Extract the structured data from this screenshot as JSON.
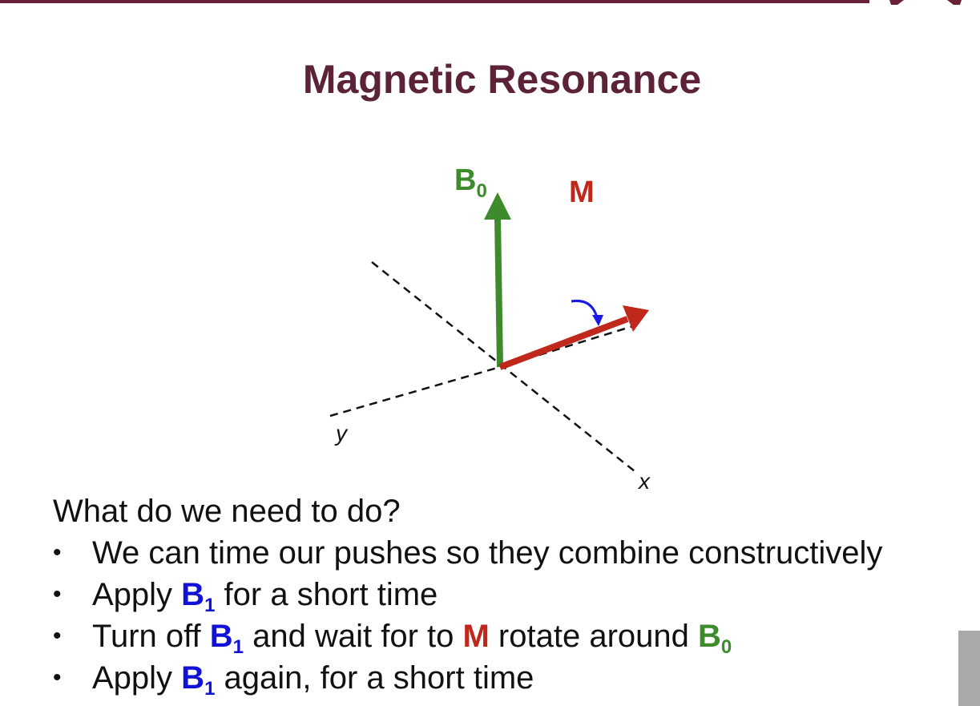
{
  "slide": {
    "title": "Magnetic Resonance"
  },
  "diagram": {
    "labels": {
      "b0_main": "B",
      "b0_sub": "0",
      "m": "M",
      "x_axis": "x",
      "y_axis": "y"
    },
    "colors": {
      "b0": "#3d8b2c",
      "m": "#c0281b",
      "rotation": "#1a1ae6",
      "axes": "#111111"
    }
  },
  "text": {
    "question": "What do we need to do?",
    "bullets": [
      {
        "text": "We can time our pushes so they combine constructively"
      },
      {
        "pre": "Apply ",
        "sym": "B",
        "sub": "1",
        "post": " for a short time"
      },
      {
        "pre": "Turn off ",
        "sym1": "B",
        "sub1": "1",
        "mid1": " and wait for to ",
        "sym2": "M",
        "mid2": " rotate around ",
        "sym3": "B",
        "sub3": "0"
      },
      {
        "pre": "Apply ",
        "sym": "B",
        "sub": "1",
        "post": " again, for a short time"
      }
    ],
    "bullet_glyph": "•"
  },
  "colors": {
    "title": "#5c2238",
    "top_bar": "#6a2035",
    "b1": "#1212d6",
    "m": "#c0281b",
    "b0": "#3d8b2c"
  }
}
